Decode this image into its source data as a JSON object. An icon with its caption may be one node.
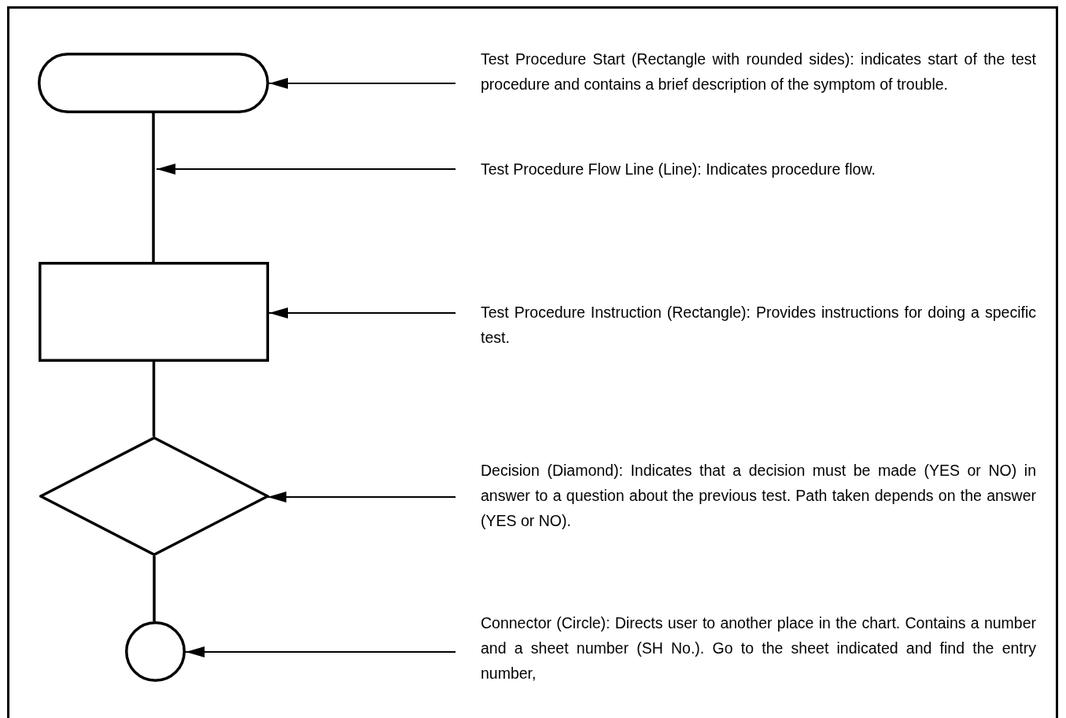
{
  "diagram": {
    "nodes": [
      {
        "text": [],
        "shape": "oval"
      },
      {
        "text": [],
        "shape": "box"
      },
      {
        "text": [],
        "shape": "diamond"
      },
      {
        "text": [],
        "shape": "circle"
      },
      {
        "text": [
          "Test Procedure Start (Rectangle with rounded sides): indicates start of the test procedure and contains a brief description of the symptom of trouble."
        ]
      },
      {
        "text": [
          "Test Procedure Flow Line (Line): Indicates procedure flow."
        ]
      },
      {
        "text": [
          "Test Procedure Instruction (Rectangle): Provides instructions for doing a specific test."
        ]
      },
      {
        "text": [
          "Decision (Diamond): Indicates that a decision must be made (YES or NO) in answer to a question about the previous test. Path taken depends on the answer (YES or NO)."
        ]
      },
      {
        "text": [
          "Connector (Circle): Directs user to another place in the chart. Contains a number and a sheet number (SH No.). Go to the sheet indicated and find the entry number,"
        ]
      }
    ],
    "edges": [
      {
        "from": 0,
        "to": 1,
        "arrow": "none"
      },
      {
        "from": 1,
        "to": 2,
        "arrow": "none"
      },
      {
        "from": 2,
        "to": 3,
        "arrow": "none"
      },
      {
        "from": 4,
        "to": 0,
        "arrow": "to"
      },
      {
        "from": 5,
        "to": null,
        "arrow": "to"
      },
      {
        "from": 6,
        "to": 1,
        "arrow": "to"
      },
      {
        "from": 7,
        "to": 2,
        "arrow": "to"
      },
      {
        "from": 8,
        "to": 3,
        "arrow": "to"
      }
    ]
  }
}
